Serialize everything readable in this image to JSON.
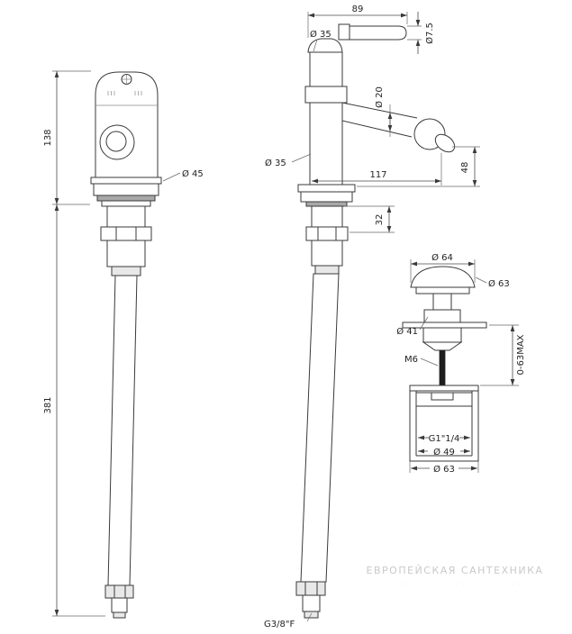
{
  "page": {
    "background": "#ffffff",
    "line_color": "#3a3a3a",
    "watermark_color": "#c9c9c9"
  },
  "front_view": {
    "dim_body_height": "138",
    "dim_hose_length": "381",
    "dim_base_diameter": "Ø 45"
  },
  "side_view": {
    "dim_overall_width": "89",
    "dim_body_diameter_top": "Ø 35",
    "dim_handle_diameter": "Ø7.5",
    "dim_spout_diameter": "Ø 20",
    "dim_body_diameter": "Ø 35",
    "dim_spout_reach": "117",
    "dim_spout_height": "48",
    "dim_shank_height": "32",
    "hose_thread": "G3/8\"F"
  },
  "drain": {
    "dim_cap_diameter": "Ø 64",
    "dim_cap_edge_diameter": "Ø 63",
    "dim_flange_diameter": "Ø 41",
    "dim_screw_thread": "M6",
    "dim_adjustment": "0-63MAX",
    "dim_waste_thread": "G1\"1/4",
    "dim_inner_diameter": "Ø 49",
    "dim_outer_diameter": "Ø 63"
  },
  "watermark": {
    "line1": "ЕВРОПЕЙСКАЯ САНТЕХНИКА",
    "line2": "· · · · · · · · · · · · · · · · · · · · · · · ·"
  }
}
